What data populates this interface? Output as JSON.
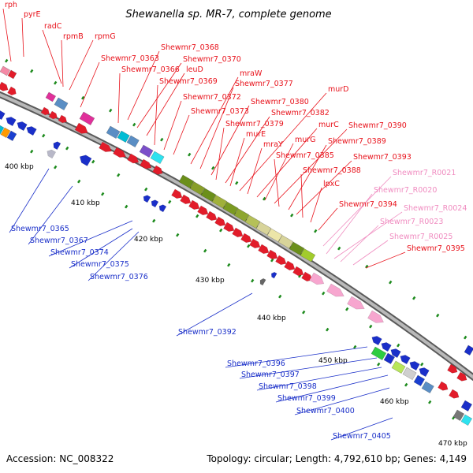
{
  "title": "Shewanella sp. MR-7, complete genome",
  "accession": "Accession: NC_008322",
  "summary": "Topology: circular; Length: 4,792,610 bp; Genes: 4,149",
  "colors": {
    "forward_label": "#e8121b",
    "reverse_label": "#1a2fc9",
    "rna_label": "#f08cc0",
    "backbone": "#8c8c8c",
    "tick": "#1c8a1c"
  },
  "kbp_marks": [
    "400 kbp",
    "410 kbp",
    "420 kbp",
    "430 kbp",
    "440 kbp",
    "450 kbp",
    "460 kbp",
    "470 kbp"
  ],
  "forward_labels": [
    "rph",
    "pyrE",
    "radC",
    "rpmB",
    "rpmG",
    "Shewmr7_0363",
    "Shewmr7_0366",
    "Shewmr7_0368",
    "Shewmr7_0370",
    "leuD",
    "Shewmr7_0369",
    "Shewmr7_0372",
    "Shewmr7_0373",
    "mraW",
    "Shewmr7_0377",
    "Shewmr7_0380",
    "Shewmr7_0379",
    "Shewmr7_0382",
    "murE",
    "murD",
    "mraY",
    "murC",
    "murG",
    "Shewmr7_0390",
    "Shewmr7_0385",
    "Shewmr7_0389",
    "Shewmr7_0393",
    "Shewmr7_0388",
    "lpxC",
    "Shewmr7_0394",
    "Shewmr7_0395"
  ],
  "rna_labels": [
    "Shewmr7_R0021",
    "Shewmr7_R0020",
    "Shewmr7_R0024",
    "Shewmr7_R0023",
    "Shewmr7_R0025"
  ],
  "reverse_labels": [
    "Shewmr7_0365",
    "Shewmr7_0367",
    "Shewmr7_0374",
    "Shewmr7_0375",
    "Shewmr7_0376",
    "Shewmr7_0392",
    "Shewmr7_0396",
    "Shewmr7_0397",
    "Shewmr7_0398",
    "Shewmr7_0399",
    "Shewmr7_0400",
    "Shewmr7_0405"
  ]
}
